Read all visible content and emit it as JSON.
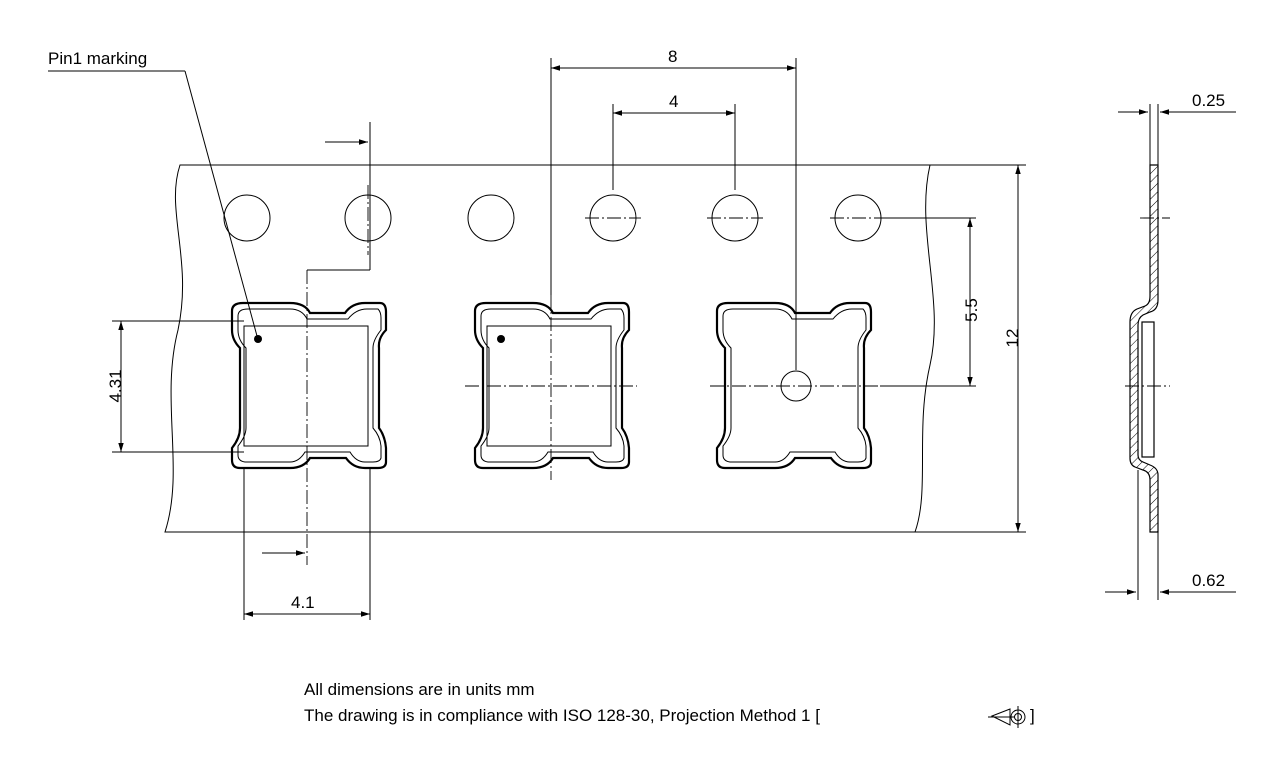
{
  "drawing": {
    "pin1_label": "Pin1 marking",
    "dimensions": {
      "pitch": "8",
      "hole_pitch": "4",
      "offset_5_5": "5.5",
      "width_12": "12",
      "pocket_4_31": "4.31",
      "pocket_4_1": "4.1",
      "thickness_0_25": "0.25",
      "depth_0_62": "0.62"
    },
    "notes": {
      "units": "All dimensions are in units mm",
      "compliance": "The drawing is in compliance with ISO 128-30, Projection Method 1 [",
      "compliance_end": "]"
    }
  }
}
